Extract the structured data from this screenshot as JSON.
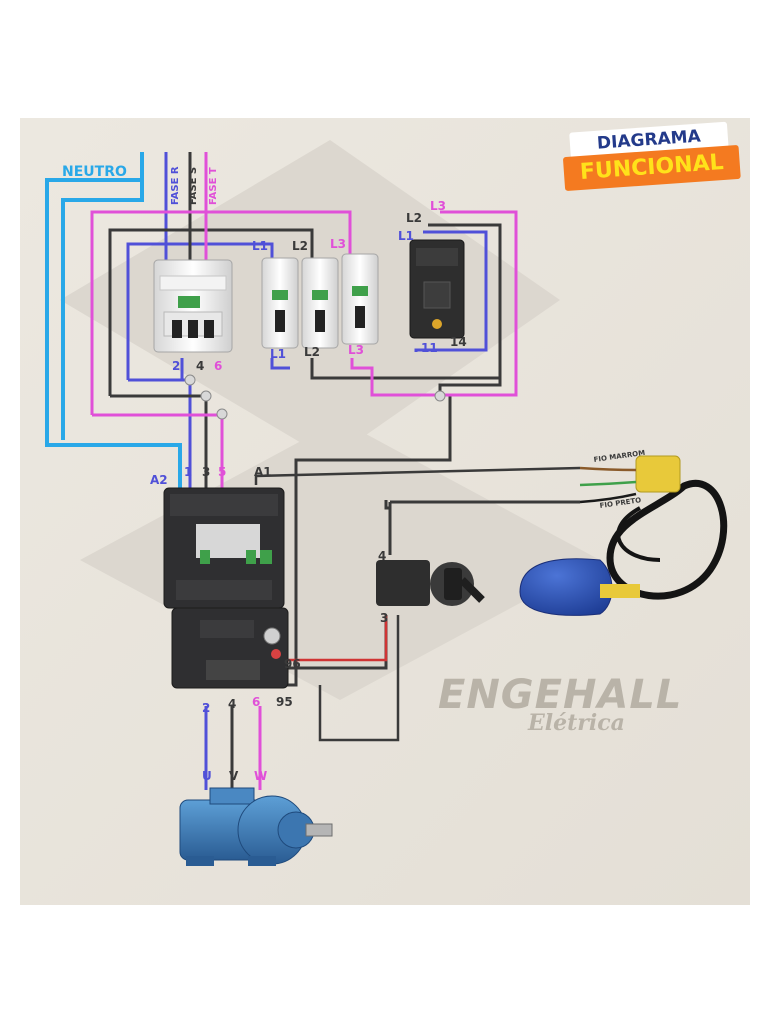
{
  "badge": {
    "line1": "DIAGRAMA",
    "line2": "FUNCIONAL"
  },
  "brand": {
    "name": "ENGEHALL",
    "sub": "Elétrica"
  },
  "supply": {
    "neutro": "NEUTRO",
    "fase_r": "FASE R",
    "fase_s": "FASE S",
    "fase_t": "FASE T"
  },
  "breaker3p": {
    "t2": "2",
    "t4": "4",
    "t6": "6"
  },
  "breakers1p": {
    "top_l1": "L1",
    "top_l2": "L2",
    "top_l3": "L3",
    "bot_l1": "L1",
    "bot_l2": "L2",
    "bot_l3": "L3"
  },
  "relay": {
    "l1": "L1",
    "l2": "L2",
    "l3": "L3",
    "t11": "11",
    "t14": "14"
  },
  "contactor": {
    "a2": "A2",
    "t1": "1",
    "t3": "3",
    "t5": "5",
    "a1": "A1"
  },
  "overload": {
    "t2": "2",
    "t4": "4",
    "t6": "6",
    "t95": "95",
    "t96": "96"
  },
  "selector": {
    "t4": "4",
    "t3": "3"
  },
  "float_switch": {
    "fio_marrom": "FIO MARROM",
    "fio_preto": "FIO PRETO"
  },
  "motor": {
    "u": "U",
    "v": "V",
    "w": "W"
  },
  "colors": {
    "neutro": "#29a8e8",
    "fase_r": "#5050d8",
    "fase_s": "#3a3a3a",
    "fase_t": "#e050d8",
    "badge_bg": "#f47a20",
    "badge_text": "#ffe21a",
    "badge_top_text": "#233a8a"
  }
}
